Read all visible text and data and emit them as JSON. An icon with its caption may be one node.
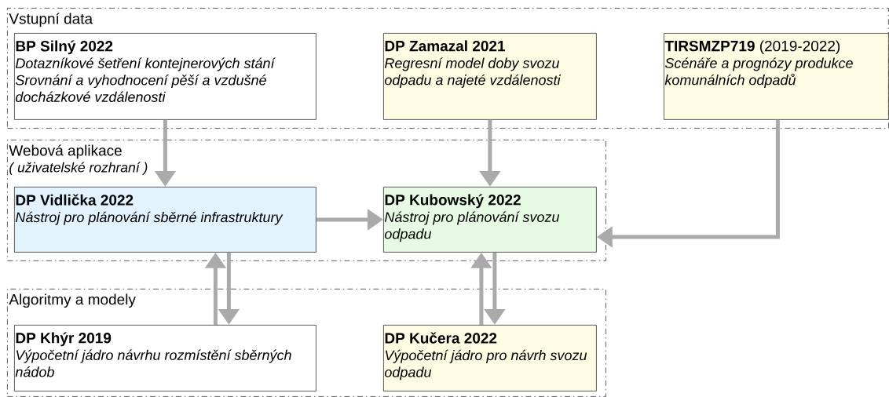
{
  "diagram": {
    "nodes": [
      {
        "text": [
          "Vstupní data"
        ]
      },
      {
        "text": [
          "BP Silný 2022",
          "Dotazníkové šetření kontejnerových stání",
          "Srovnání a vyhodnocení pěší a vzdušné docházkové vzdálenosti"
        ],
        "in": 0
      },
      {
        "text": [
          "DP Zamazal 2021",
          "Regresní model doby svozu odpadu a najeté vzdálenosti"
        ],
        "in": 0
      },
      {
        "text": [
          "**TIRSMZP719** (2019-2022)",
          "Scénáře a prognózy produkce komunálních odpadů"
        ],
        "in": 0
      },
      {
        "text": [
          "Webová aplikace",
          "( uživatelské rozhraní )"
        ]
      },
      {
        "text": [
          "DP Vidlička 2022",
          "Nástroj pro plánování sběrné infrastruktury"
        ],
        "in": 4
      },
      {
        "text": [
          "DP Kubowský 2022",
          "Nástroj pro plánování svozu odpadu"
        ],
        "in": 4
      },
      {
        "text": [
          "Algoritmy a modely"
        ]
      },
      {
        "text": [
          "DP Khýr 2019",
          "Výpočetní jádro návrhu rozmístění sběrných nádob"
        ],
        "in": 7
      },
      {
        "text": [
          "DP Kučera 2022",
          "Výpočetní jádro pro návrh svozu odpadu"
        ],
        "in": 7
      }
    ],
    "edges": [
      {
        "from": 1,
        "to": 5,
        "arrow": "to"
      },
      {
        "from": 2,
        "to": 6,
        "arrow": "to"
      },
      {
        "from": 3,
        "to": 6,
        "arrow": "to"
      },
      {
        "from": 5,
        "to": 6,
        "arrow": "to"
      },
      {
        "from": 8,
        "to": 5,
        "arrow": "to"
      },
      {
        "from": 5,
        "to": 8,
        "arrow": "to"
      },
      {
        "from": 9,
        "to": 6,
        "arrow": "to"
      },
      {
        "from": 6,
        "to": 9,
        "arrow": "to"
      }
    ]
  }
}
